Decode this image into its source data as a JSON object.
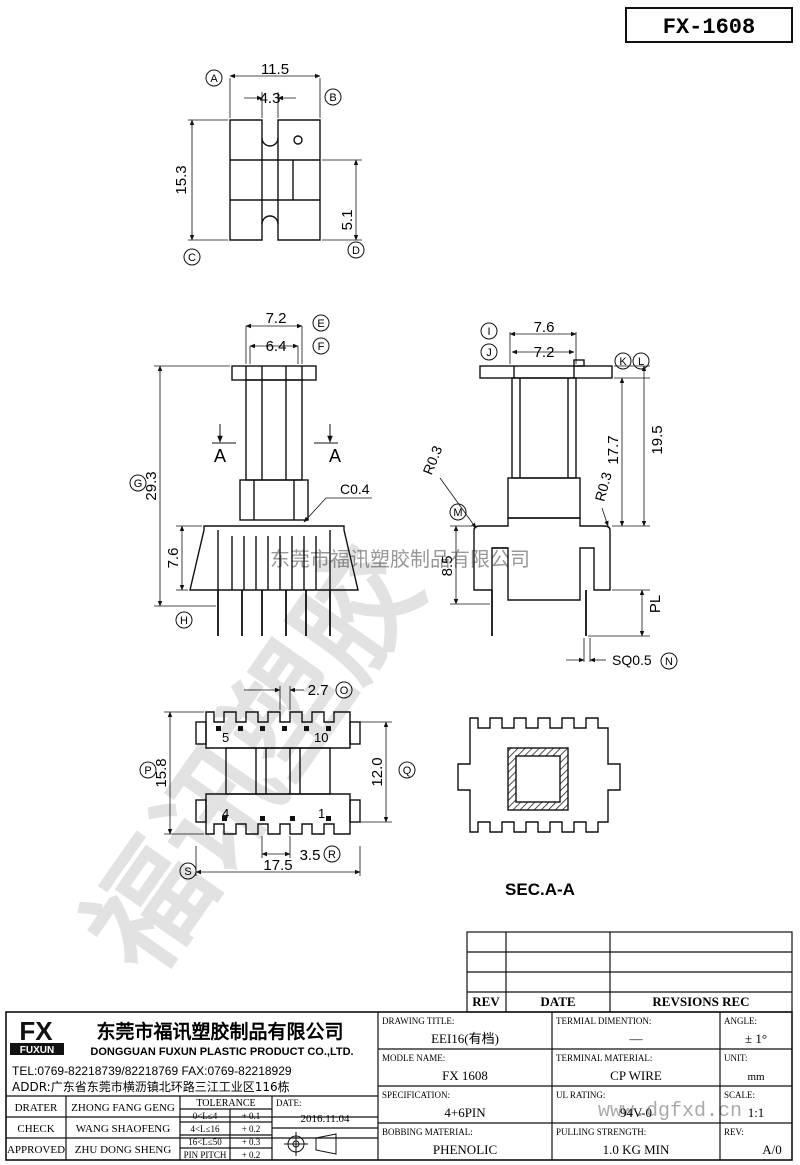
{
  "sheet": {
    "part_no": "FX-1608",
    "section_label": "SEC.A-A"
  },
  "views": {
    "top": {
      "dims": [
        "11.5",
        "4.3",
        "15.3",
        "5.1"
      ],
      "refs": [
        "A",
        "B",
        "C",
        "D"
      ]
    },
    "front": {
      "dims": [
        "7.2",
        "6.4",
        "29.3",
        "7.6",
        "C0.4"
      ],
      "refs": [
        "E",
        "F",
        "G",
        "H"
      ],
      "cut_marks": [
        "A",
        "A"
      ]
    },
    "side": {
      "dims": [
        "7.6",
        "7.2",
        "17.7",
        "19.5",
        "R0.3",
        "R0.3",
        "8.5",
        "PL",
        "SQ0.5"
      ],
      "refs": [
        "I",
        "J",
        "K",
        "L",
        "M",
        "N"
      ]
    },
    "bottom": {
      "dims": [
        "2.7",
        "15.8",
        "12.0",
        "3.5",
        "17.5"
      ],
      "refs": [
        "O",
        "P",
        "Q",
        "R",
        "S"
      ],
      "pin_labels": [
        "5",
        "10",
        "4",
        "1"
      ]
    }
  },
  "watermark": {
    "text": "东莞市福讯塑胶制品有限公司",
    "logo_text": "福讯塑胶",
    "url": "www.dgfxd.cn"
  },
  "revision_table": {
    "headers": [
      "REV",
      "DATE",
      "REVSIONS REC"
    ]
  },
  "company": {
    "logo_top": "FX",
    "logo_bottom": "FUXUN",
    "name_cn": "东莞市福讯塑胶制品有限公司",
    "name_en": "DONGGUAN FUXUN PLASTIC PRODUCT CO.,LTD.",
    "tel_fax": "TEL:0769-82218739/82218769 FAX:0769-82218929",
    "addr": "ADDR:广东省东莞市横沥镇北环路三江工业区116栋"
  },
  "title_block": {
    "drawing_title_label": "DRAWING TITLE:",
    "drawing_title": "EEI16(有档)",
    "terminal_dim_label": "TERMIAL DIMENTION:",
    "terminal_dim": "—",
    "angle_label": "ANGLE:",
    "angle": "± 1°",
    "model_label": "MODLE NAME:",
    "model": "FX 1608",
    "terminal_mat_label": "TERMINAL MATERIAL:",
    "terminal_mat": "CP WIRE",
    "unit_label": "UNIT:",
    "unit": "mm",
    "spec_label": "SPECIFICATION:",
    "spec": "4+6PIN",
    "ul_label": "UL RATING:",
    "ul": "94V-0",
    "scale_label": "SCALE:",
    "scale": "1:1",
    "bobbin_label": "BOBBING MATERIAL:",
    "bobbin": "PHENOLIC",
    "pull_label": "PULLING STRENGTH:",
    "pull": "1.0 KG MIN",
    "rev_label": "REV:",
    "rev": "A/0"
  },
  "signoff": [
    {
      "role": "DRATER",
      "name": "ZHONG FANG GENG"
    },
    {
      "role": "CHECK",
      "name": "WANG SHAOFENG"
    },
    {
      "role": "APPROVED",
      "name": "ZHU DONG SHENG"
    }
  ],
  "tolerance": {
    "header": "TOLERANCE",
    "rows": [
      {
        "range": "0<L≤4",
        "tol": "+ 0.1"
      },
      {
        "range": "4<L≤16",
        "tol": "+ 0.2"
      },
      {
        "range": "16<L≤50",
        "tol": "+ 0.3"
      },
      {
        "range": "PIN PITCH",
        "tol": "+ 0.2"
      }
    ]
  },
  "date_label": "DATE:",
  "date": "2016.11.04"
}
